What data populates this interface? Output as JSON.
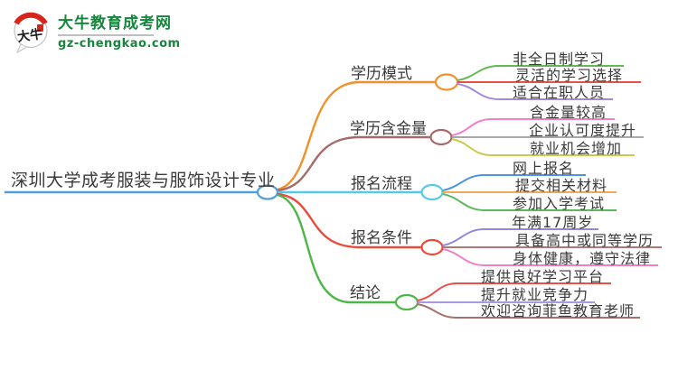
{
  "logo": {
    "icon_text": "大牛",
    "title": "大牛教育成考网",
    "subtitle": "gz-chengkao.com",
    "brand_green": "#15873c",
    "seal_red": "#d8251c"
  },
  "central": {
    "label": "深圳大学成考服装与服饰设计专业",
    "color": "#4f9fd8"
  },
  "branches": [
    {
      "label": "学历模式",
      "color": "#f0922b",
      "leaves": [
        {
          "label": "非全日制学习",
          "color": "#62ba51"
        },
        {
          "label": "灵活的学习选择",
          "color": "#e85048"
        },
        {
          "label": "适合在职人员",
          "color": "#a489dd"
        }
      ]
    },
    {
      "label": "学历含金量",
      "color": "#a56a6a",
      "leaves": [
        {
          "label": "含金量较高",
          "color": "#f080c8"
        },
        {
          "label": "企业认可度提升",
          "color": "#a8a8a8"
        },
        {
          "label": "就业机会增加",
          "color": "#c8cc48"
        }
      ]
    },
    {
      "label": "报名流程",
      "color": "#55c9e8",
      "leaves": [
        {
          "label": "网上报名",
          "color": "#4e96d8"
        },
        {
          "label": "提交相关材料",
          "color": "#f4a953"
        },
        {
          "label": "参加入学考试",
          "color": "#5cb85c"
        }
      ]
    },
    {
      "label": "报名条件",
      "color": "#e84c3d",
      "leaves": [
        {
          "label": "年满17周岁",
          "color": "#9886d8"
        },
        {
          "label": "具备高中或同等学历",
          "color": "#b07a72"
        },
        {
          "label": "身体健康，遵守法律",
          "color": "#f07fc8"
        }
      ]
    },
    {
      "label": "结论",
      "color": "#4cb648",
      "leaves": [
        {
          "label": "提供良好学习平台",
          "color": "#e85048"
        },
        {
          "label": "提升就业竞争力",
          "color": "#a89ae0"
        },
        {
          "label": "欢迎咨询菲鱼教育老师",
          "color": "#a8706a"
        }
      ]
    }
  ]
}
